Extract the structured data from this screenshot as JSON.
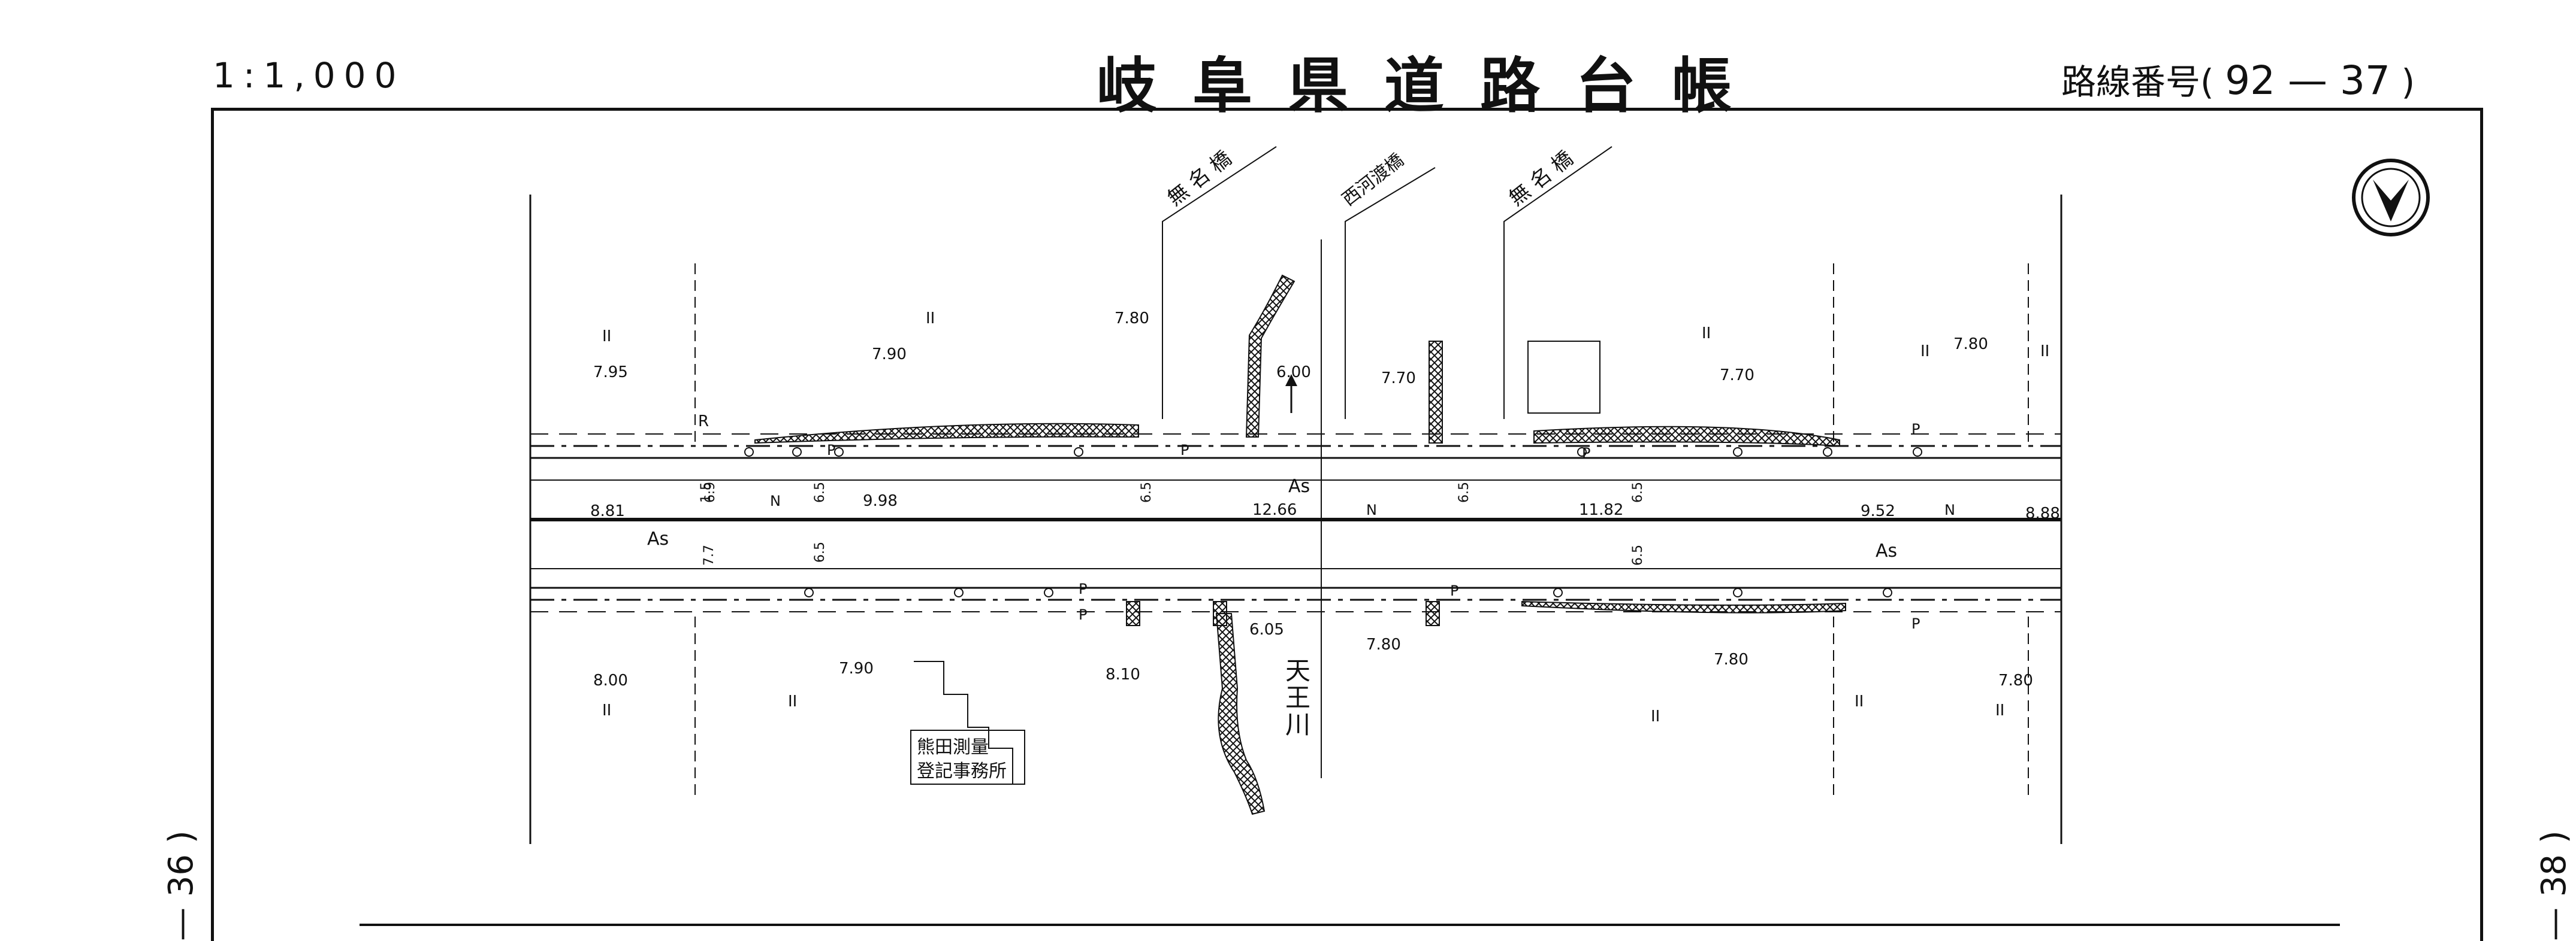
{
  "header": {
    "scale": "1:1,000",
    "title": "岐阜県道路台帳",
    "route_label": "路線番号(",
    "route_number": "92 — 37",
    "route_close": ")"
  },
  "side": {
    "left_sheet": "— 36 )",
    "right_sheet": "— 38 )"
  },
  "map": {
    "bridges": [
      "無 名 橋",
      "西河渡橋",
      "無 名 橋"
    ],
    "river": "天王川",
    "office": [
      "熊田測量",
      "登記事務所"
    ],
    "surface": "As",
    "pole": "P",
    "r_mark": "R",
    "n_mark": "N",
    "paddy": "II",
    "elevations": [
      "7.95",
      "7.90",
      "7.80",
      "6.00",
      "7.70",
      "7.70",
      "7.80",
      "8.00",
      "7.90",
      "8.10",
      "6.05",
      "7.80",
      "7.80",
      "7.80"
    ],
    "widths": [
      "8.81",
      "9.98",
      "12.66",
      "11.82",
      "9.52",
      "8.88"
    ],
    "lane_dims": [
      "1.5",
      "6.9",
      "7.7",
      "6.5"
    ]
  },
  "colors": {
    "ink": "#111111",
    "paper": "#ffffff"
  },
  "icons": [
    "north-arrow-icon"
  ]
}
